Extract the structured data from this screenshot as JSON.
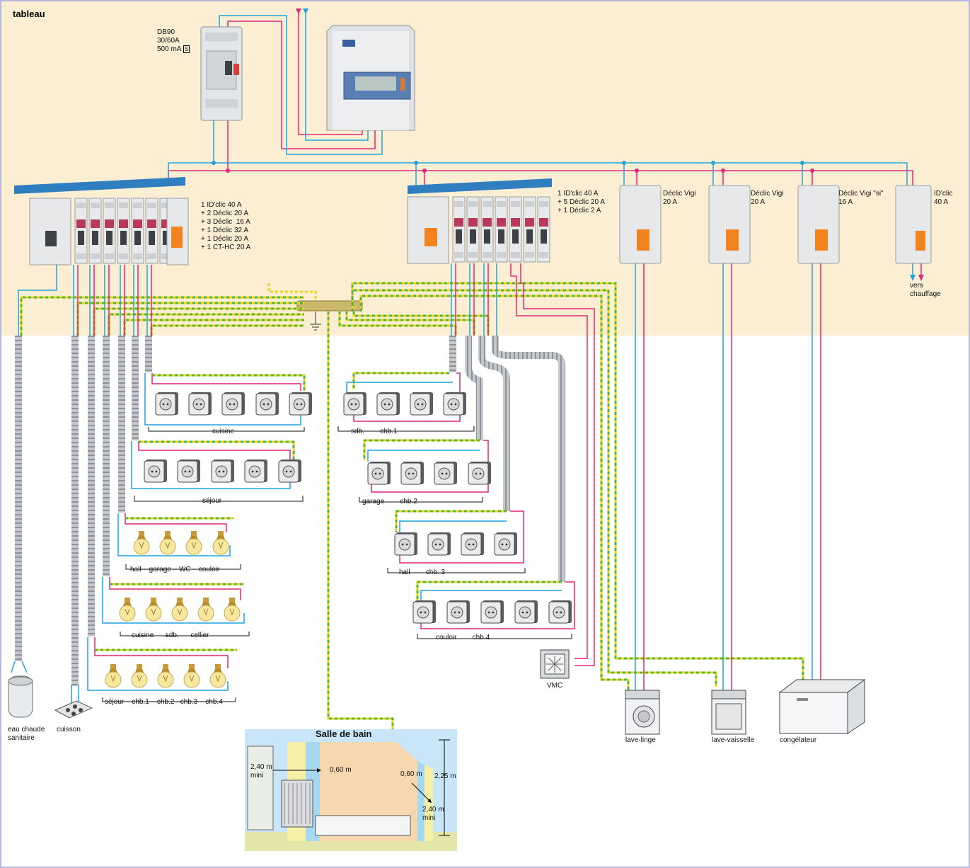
{
  "title": "tableau",
  "db90": {
    "l1": "DB90",
    "l2": "30/60A",
    "l3": "500 mA",
    "badge": "S"
  },
  "board_left": [
    "1 ID'clic 40 A",
    "+ 2 Déclic 20 A",
    "+ 3 Déclic  16 A",
    "+ 1 Déclic 32 A",
    "+ 1 Déclic 20 A",
    "+ 1 CT-HC 20 A"
  ],
  "board_right": [
    "1 ID'clic 40 A",
    "+ 5 Déclic 20 A",
    "+ 1 Déclic 2 A"
  ],
  "vigi1": [
    "Déclic Vigi",
    "20 A"
  ],
  "vigi2": [
    "Déclic Vigi",
    "20 A"
  ],
  "vigi3": [
    "Déclic Vigi \"si\"",
    "16 A"
  ],
  "idclic": [
    "ID'clic",
    "40 A"
  ],
  "vers": [
    "vers",
    "chauffage"
  ],
  "groups": {
    "cuisine_p": "cuisine",
    "sejour_p": "séjour",
    "lights1": "hall – garage – WC – couloir",
    "lights2": "cuisine      sdb.      cellier",
    "lights3": "séjour – chb.1 – chb.2 –chb.3 – chb.4",
    "sdb_chb1": "sdb.        chb.1",
    "garage_chb2": "garage        chb.2",
    "hall_chb3": "hall        chb. 3",
    "couloir_chb4": "couloir        chb.4"
  },
  "appliances": {
    "ecs": [
      "eau chaude",
      "sanitaire"
    ],
    "cuisson": "cuisson",
    "vmc": "VMC",
    "lave_linge": "lave-linge",
    "lave_vaisselle": "lave-vaisselle",
    "congelateur": "congélateur"
  },
  "bath": {
    "title": "Salle de bain",
    "h1": [
      "2,40 m",
      "mini"
    ],
    "w1": "0,60 m",
    "w2": "0,60 m",
    "h2": [
      "2,40 m",
      "mini"
    ],
    "h3": "2,25 m"
  },
  "colors": {
    "phase": "#e2267c",
    "neutral": "#1fa4dc",
    "earth_yellow": "#e5d81a",
    "earth_green": "#56b33c",
    "conduit": "#a9aeb3"
  }
}
